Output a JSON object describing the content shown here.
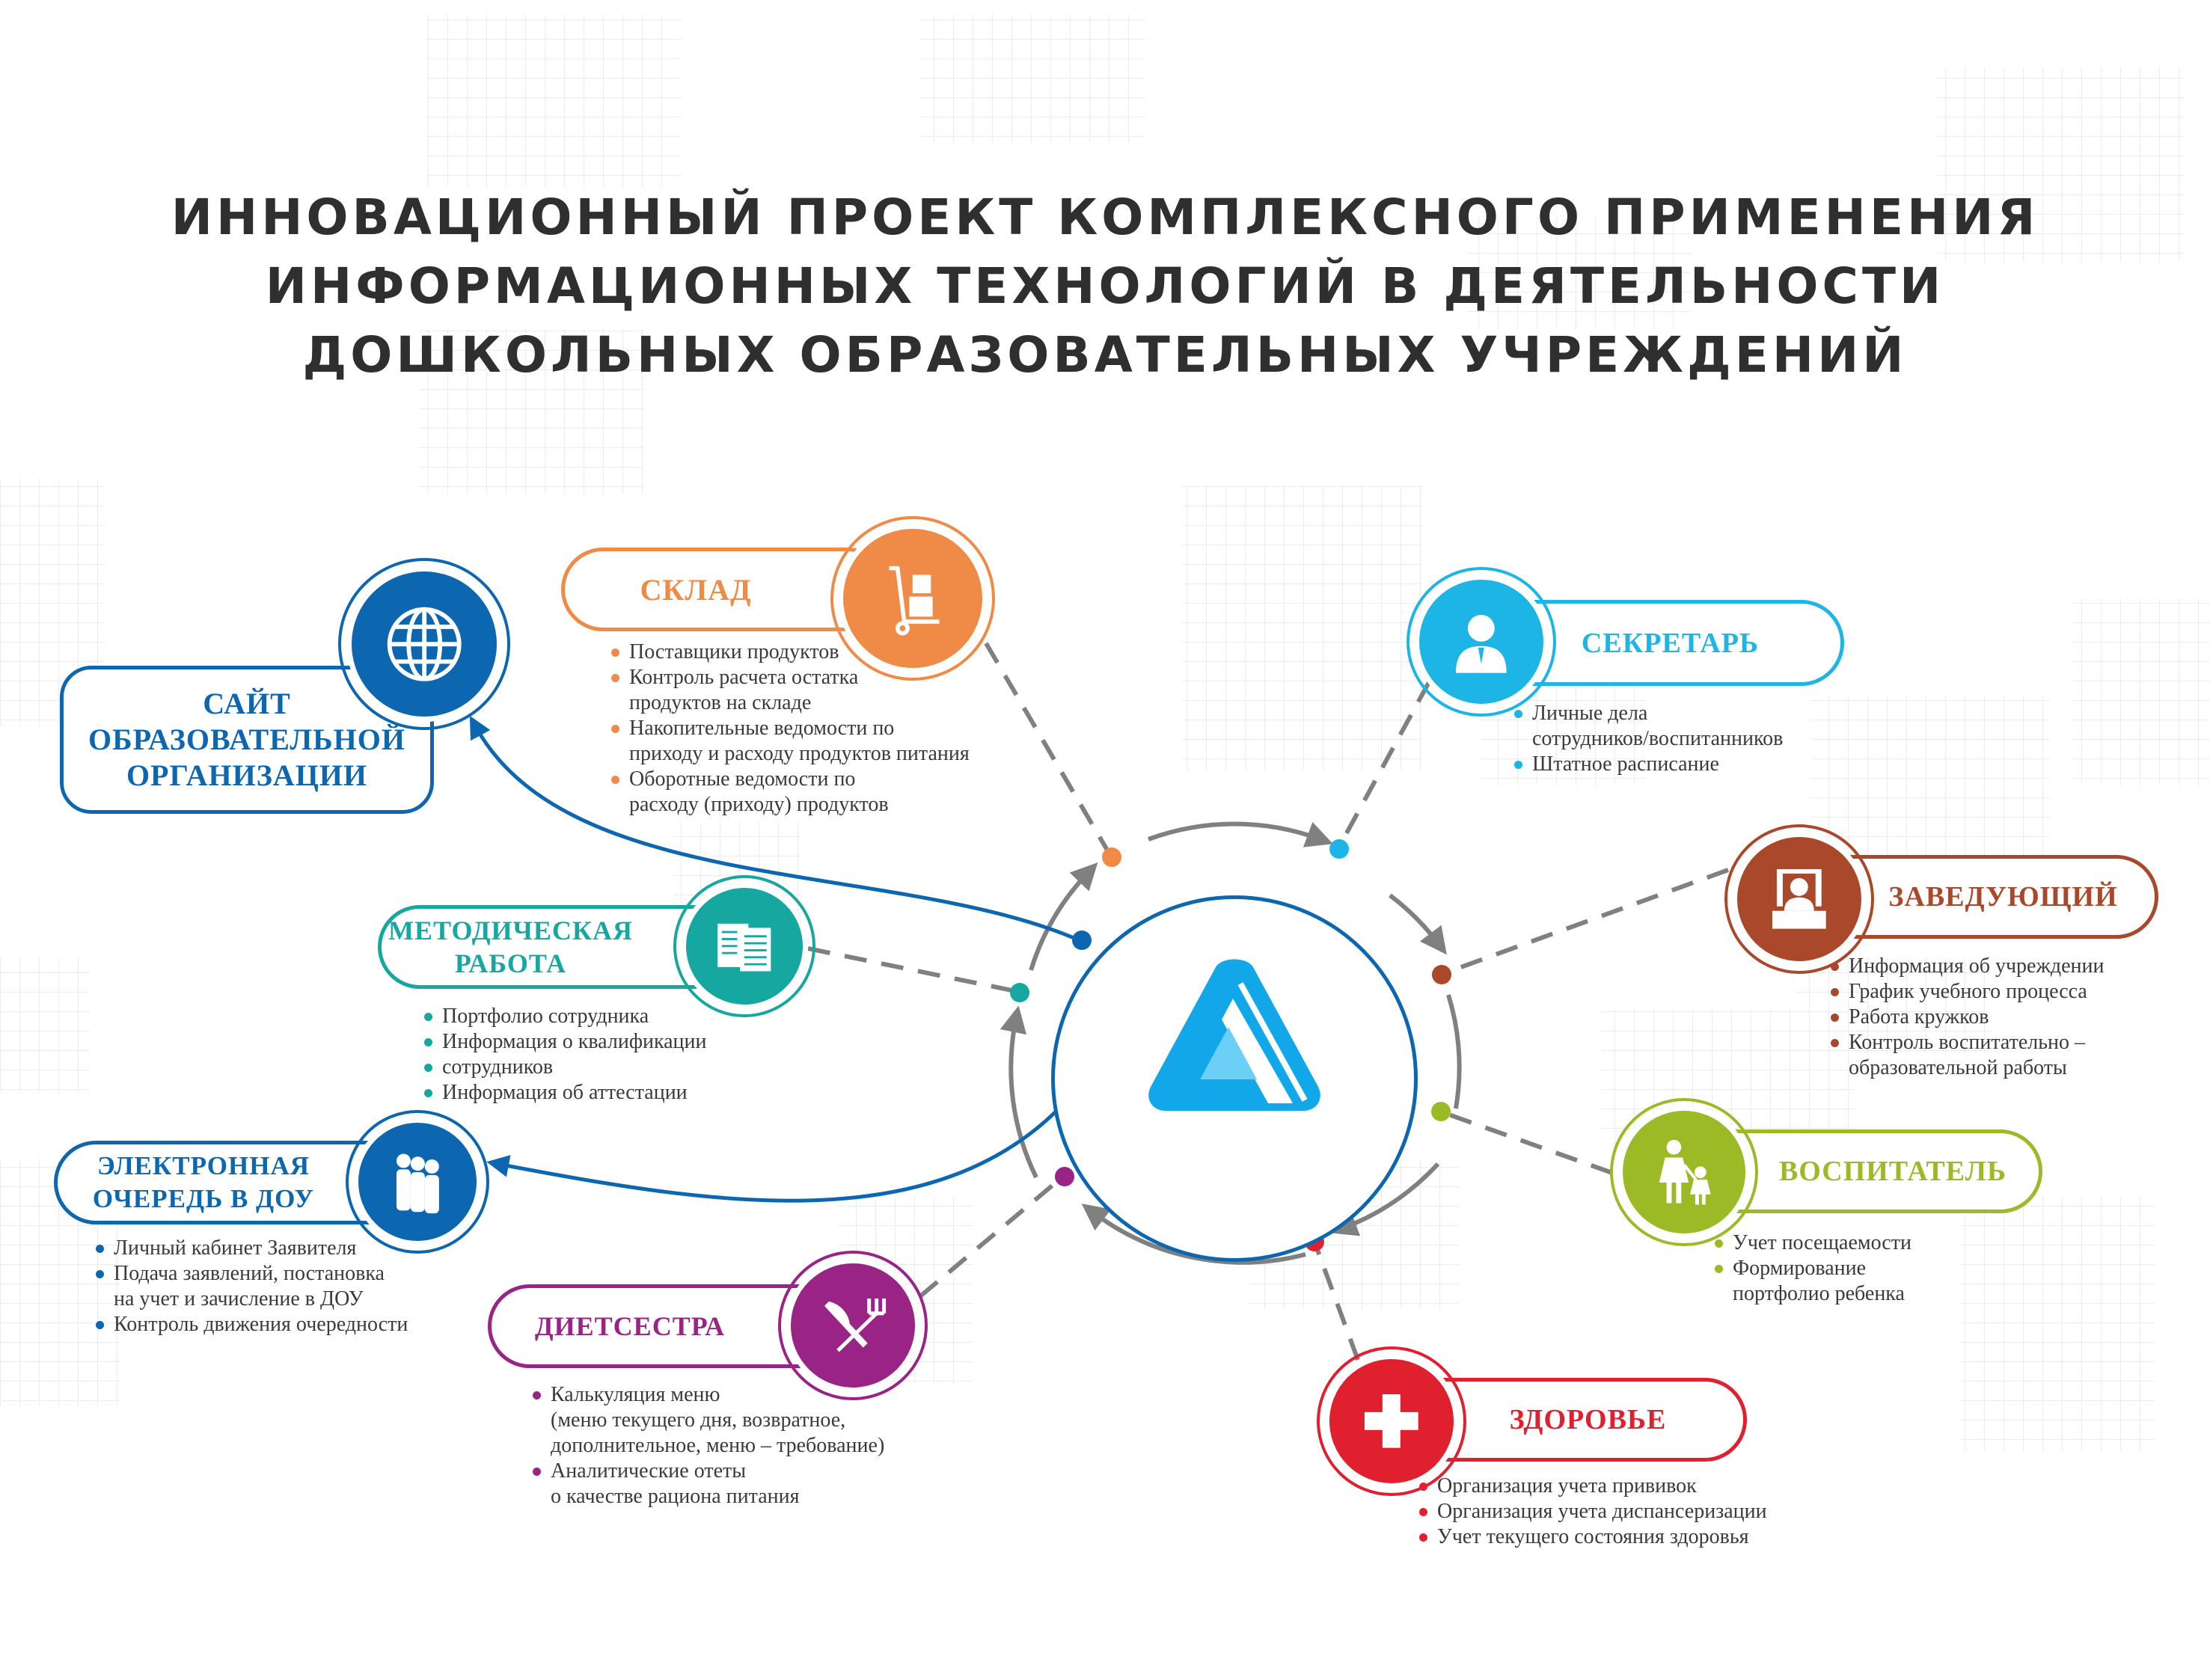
{
  "title": {
    "line1": "ИННОВАЦИОННЫЙ ПРОЕКТ КОМПЛЕКСНОГО ПРИМЕНЕНИЯ",
    "line2": "ИНФОРМАЦИОННЫХ ТЕХНОЛОГИЙ В ДЕЯТЕЛЬНОСТИ",
    "line3": "ДОШКОЛЬНЫХ ОБРАЗОВАТЕЛЬНЫХ УЧРЕЖДЕНИЙ"
  },
  "colors": {
    "blue": "#0d67b0",
    "orange": "#ef8b47",
    "cyan": "#1cb5e5",
    "brown": "#a9482b",
    "teal": "#16a7a0",
    "lime": "#9cba26",
    "red": "#e1202f",
    "magenta": "#9a2486",
    "gray": "#808080",
    "title": "#2f2f2f"
  },
  "center": {
    "icon": "logo-triangle-icon"
  },
  "modules": {
    "site": {
      "title_lines": [
        "САЙТ",
        "ОБРАЗОВАТЕЛЬНОЙ",
        "ОРГАНИЗАЦИИ"
      ],
      "icon": "globe-icon",
      "bullets": []
    },
    "sklad": {
      "title_lines": [
        "СКЛАД"
      ],
      "icon": "hand-truck-icon",
      "bullets": [
        {
          "text": "Поставщики продуктов",
          "dot": true
        },
        {
          "text": "Контроль  расчета остатка",
          "dot": true
        },
        {
          "text": "продуктов на складе",
          "dot": false
        },
        {
          "text": "Накопительные ведомости по",
          "dot": true
        },
        {
          "text": "приходу и расходу продуктов питания",
          "dot": false
        },
        {
          "text": "Оборотные ведомости по",
          "dot": true
        },
        {
          "text": "расходу (приходу) продуктов",
          "dot": false
        }
      ]
    },
    "sekretar": {
      "title_lines": [
        "СЕКРЕТАРЬ"
      ],
      "icon": "person-icon",
      "bullets": [
        {
          "text": "Личные дела",
          "dot": true
        },
        {
          "text": "сотрудников/воспитанников",
          "dot": false
        },
        {
          "text": "Штатное расписание",
          "dot": true
        }
      ]
    },
    "zaveduyushchiy": {
      "title_lines": [
        "ЗАВЕДУЮЩИЙ"
      ],
      "icon": "director-desk-icon",
      "bullets": [
        {
          "text": "Информация об учреждении",
          "dot": true
        },
        {
          "text": "График учебного процесса",
          "dot": true
        },
        {
          "text": "Работа кружков",
          "dot": true
        },
        {
          "text": "Контроль воспитательно –",
          "dot": true
        },
        {
          "text": "образовательной работы",
          "dot": false
        }
      ]
    },
    "metodicheskaya": {
      "title_lines": [
        "МЕТОДИЧЕСКАЯ",
        "РАБОТА"
      ],
      "icon": "documents-icon",
      "bullets": [
        {
          "text": "Портфолио сотрудника",
          "dot": true
        },
        {
          "text": "Информация о квалификации",
          "dot": true
        },
        {
          "text": "сотрудников",
          "dot": true
        },
        {
          "text": "Информация об аттестации",
          "dot": true
        }
      ]
    },
    "ochered": {
      "title_lines": [
        "ЭЛЕКТРОННАЯ",
        "ОЧЕРЕДЬ В ДОУ"
      ],
      "icon": "people-queue-icon",
      "bullets": [
        {
          "text": "Личный кабинет Заявителя",
          "dot": true
        },
        {
          "text": "Подача заявлений, постановка",
          "dot": true
        },
        {
          "text": "на учет и зачисление в ДОУ",
          "dot": false
        },
        {
          "text": "Контроль движения очередности",
          "dot": true
        }
      ]
    },
    "vospitatel": {
      "title_lines": [
        "ВОСПИТАТЕЛЬ"
      ],
      "icon": "teacher-child-icon",
      "bullets": [
        {
          "text": "Учет посещаемости",
          "dot": true
        },
        {
          "text": "Формирование",
          "dot": true
        },
        {
          "text": "портфолио ребенка",
          "dot": false
        }
      ]
    },
    "dietsestra": {
      "title_lines": [
        "ДИЕТСЕСТРА"
      ],
      "icon": "knife-fork-icon",
      "bullets": [
        {
          "text": "Калькуляция меню",
          "dot": true
        },
        {
          "text": "(меню текущего дня, возвратное,",
          "dot": false
        },
        {
          "text": "дополнительное, меню – требование)",
          "dot": false
        },
        {
          "text": "Аналитические отеты",
          "dot": true
        },
        {
          "text": "о качестве рациона питания",
          "dot": false
        }
      ]
    },
    "zdorovye": {
      "title_lines": [
        "ЗДОРОВЬЕ"
      ],
      "icon": "medical-cross-icon",
      "bullets": [
        {
          "text": "Организация учета прививок",
          "dot": true
        },
        {
          "text": "Организация учета диспансеризации",
          "dot": true
        },
        {
          "text": "Учет текущего состояния здоровья",
          "dot": true
        }
      ]
    }
  }
}
